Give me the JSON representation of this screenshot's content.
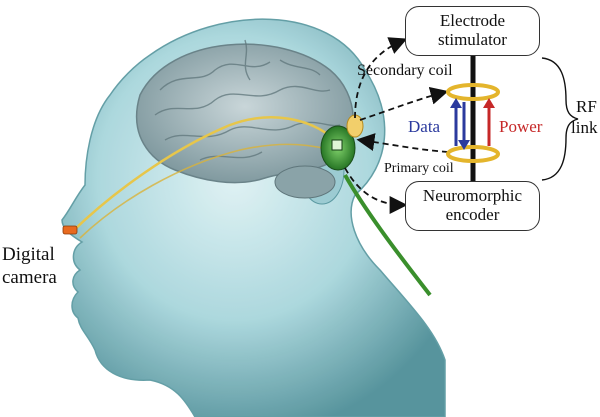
{
  "diagram": {
    "labels": {
      "camera_line1": "Digital",
      "camera_line2": "camera",
      "stimulator_line1": "Electrode",
      "stimulator_line2": "stimulator",
      "encoder_line1": "Neuromorphic",
      "encoder_line2": "encoder",
      "secondary_coil": "Secondary coil",
      "primary_coil": "Primary coil",
      "data": "Data",
      "power": "Power",
      "rf_line1": "RF",
      "rf_line2": "link"
    },
    "colors": {
      "head_fill": "#a8d6dc",
      "brain": "#8fa7ad",
      "wire": "#e7c64a",
      "implant": "#2e8a2e",
      "coil": "#e4b52c",
      "data_arrow": "#2b3a9e",
      "power_arrow": "#c62828"
    }
  }
}
